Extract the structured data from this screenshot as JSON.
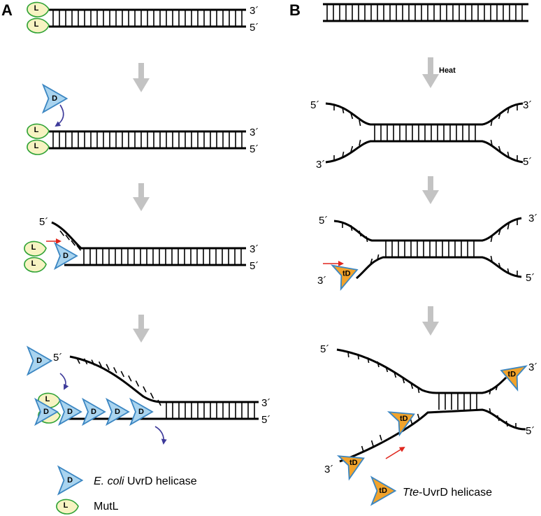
{
  "panels": {
    "a": "A",
    "b": "B"
  },
  "ends": {
    "three": "3´",
    "five": "5´"
  },
  "proteins": {
    "uvrd": "D",
    "mutl": "L",
    "tte": "tD"
  },
  "step_label": "Heat",
  "legend": {
    "uvrd_italic": "E. coli",
    "uvrd_rest": " UvrD helicase",
    "mutl": "MutL",
    "tte_italic": "Tte",
    "tte_rest": "-UvrD helicase"
  },
  "colors": {
    "uvrd_fill": "#a9d4ef",
    "uvrd_stroke": "#3b86c2",
    "mutl_fill": "#f7f3c2",
    "mutl_stroke": "#2fa235",
    "tte_fill": "#f2a32b",
    "tte_stroke": "#3b86c2",
    "arrow_grey": "#c3c3c3",
    "arrow_red": "#e0271e",
    "arrow_purple": "#3d3a9a"
  }
}
